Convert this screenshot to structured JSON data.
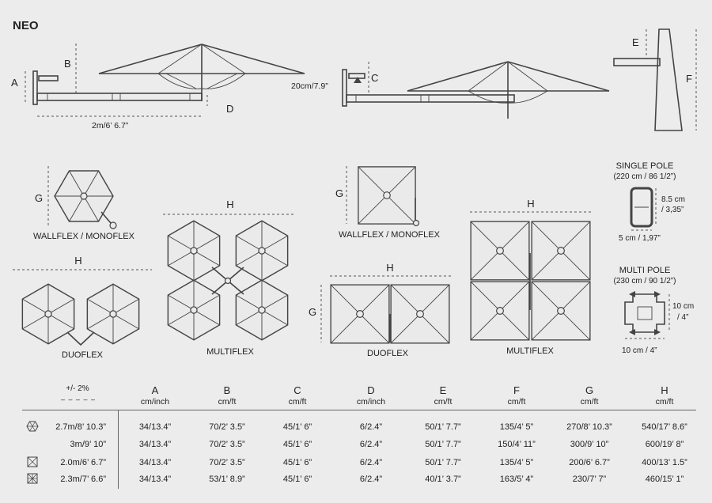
{
  "title": "NEO",
  "side_view": {
    "a": "A",
    "b": "B",
    "c": "C",
    "d": "D",
    "e": "E",
    "f": "F",
    "arm_length": "2m/6’ 6.7”",
    "offset": "20cm/7.9”"
  },
  "top_views": {
    "g": "G",
    "h": "H",
    "wallflex_monoflex": "WALLFLEX / MONOFLEX",
    "duoflex": "DUOFLEX",
    "multiflex": "MULTIFLEX"
  },
  "poles": {
    "single_title": "SINGLE POLE",
    "single_length": "(220 cm / 86 1/2”)",
    "single_h1": "8.5 cm",
    "single_h2": "/ 3,35”",
    "single_w": "5 cm / 1,97”",
    "multi_title": "MULTI POLE",
    "multi_length": "(230 cm / 90 1/2”)",
    "multi_h1": "10 cm",
    "multi_h2": "/ 4”",
    "multi_w": "10 cm / 4”"
  },
  "table": {
    "tolerance": "+/- 2%",
    "columns": [
      {
        "letter": "A",
        "unit": "cm/inch"
      },
      {
        "letter": "B",
        "unit": "cm/ft"
      },
      {
        "letter": "C",
        "unit": "cm/ft"
      },
      {
        "letter": "D",
        "unit": "cm/inch"
      },
      {
        "letter": "E",
        "unit": "cm/ft"
      },
      {
        "letter": "F",
        "unit": "cm/ft"
      },
      {
        "letter": "G",
        "unit": "cm/ft"
      },
      {
        "letter": "H",
        "unit": "cm/ft"
      }
    ],
    "rows": [
      {
        "icon": "hexagon-icon",
        "size": "2.7m/8’ 10.3”",
        "values": [
          "34/13.4”",
          "70/2’ 3.5”",
          "45/1’ 6”",
          "6/2.4”",
          "50/1’ 7.7”",
          "135/4’ 5”",
          "270/8’ 10.3”",
          "540/17’ 8.6”"
        ]
      },
      {
        "icon": "",
        "size": "3m/9’ 10”",
        "values": [
          "34/13.4”",
          "70/2’ 3.5”",
          "45/1’ 6”",
          "6/2.4”",
          "50/1’ 7.7”",
          "150/4’ 11”",
          "300/9’ 10”",
          "600/19’ 8”"
        ]
      },
      {
        "icon": "square-icon",
        "size": "2.0m/6’ 6.7”",
        "values": [
          "34/13.4”",
          "70/2’ 3.5”",
          "45/1’ 6”",
          "6/2.4”",
          "50/1’ 7.7”",
          "135/4’ 5”",
          "200/6’ 6.7”",
          "400/13’ 1.5”"
        ]
      },
      {
        "icon": "square-cross-icon",
        "size": "2.3m/7’ 6.6”",
        "values": [
          "34/13.4”",
          "53/1’ 8.9”",
          "45/1’ 6”",
          "6/2.4”",
          "40/1’ 3.7”",
          "163/5’ 4”",
          "230/7’ 7”",
          "460/15’ 1”"
        ]
      }
    ]
  }
}
